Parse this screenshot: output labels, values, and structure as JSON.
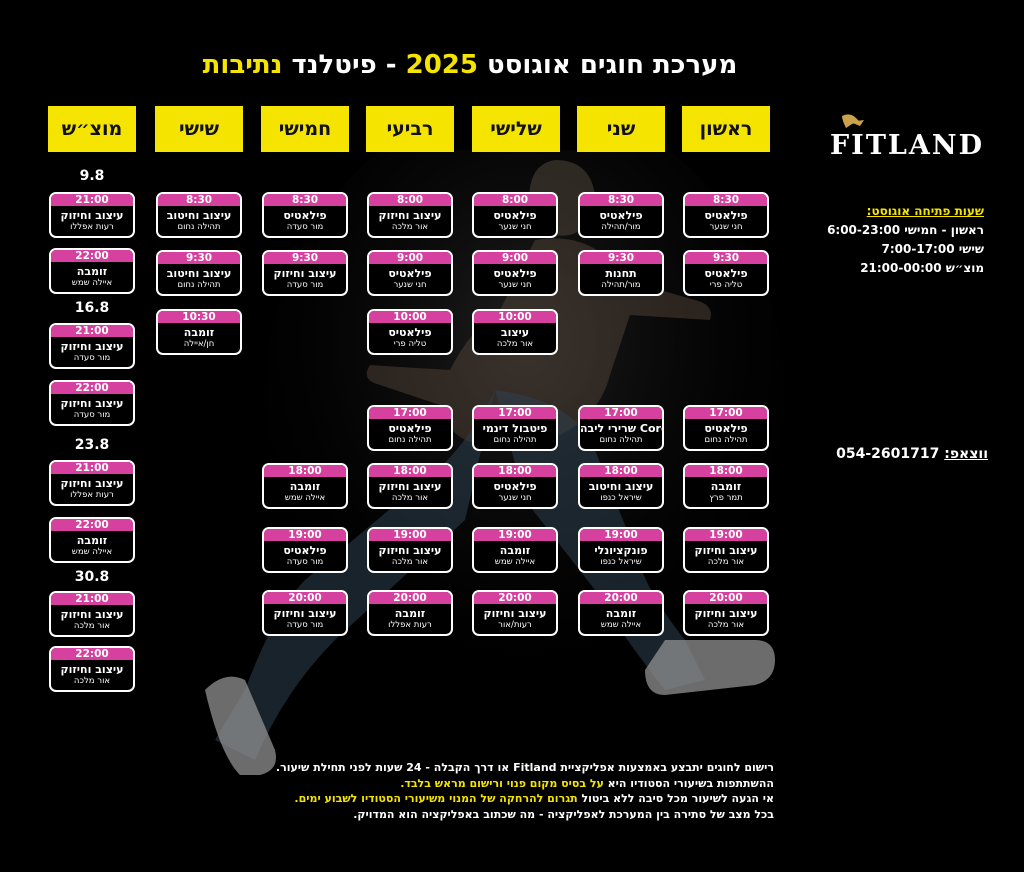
{
  "title": {
    "main": "מערכת חוגים אוגוסט",
    "year": "2025",
    "dash": "- פיטלנד",
    "city": "נתיבות"
  },
  "logo": {
    "text": "FITLAND"
  },
  "days": [
    "ראשון",
    "שני",
    "שלישי",
    "רביעי",
    "חמישי",
    "שישי",
    "מוצ״ש"
  ],
  "schedule": [
    {
      "day": "ראשון",
      "classes": [
        {
          "time": "8:30",
          "name": "פילאטיס",
          "instructor": "חני שנער"
        },
        {
          "time": "9:30",
          "name": "פילאטיס",
          "instructor": "טליה פרי"
        },
        {
          "time": "17:00",
          "name": "פילאטיס",
          "instructor": "תהילה נחום"
        },
        {
          "time": "18:00",
          "name": "זומבה",
          "instructor": "תמר פרץ"
        },
        {
          "time": "19:00",
          "name": "עיצוב וחיזוק",
          "instructor": "אור מלכה"
        },
        {
          "time": "20:00",
          "name": "עיצוב וחיזוק",
          "instructor": "אור מלכה"
        }
      ]
    },
    {
      "day": "שני",
      "classes": [
        {
          "time": "8:30",
          "name": "פילאטיס",
          "instructor": "מור/תהילה"
        },
        {
          "time": "9:30",
          "name": "תחנות",
          "instructor": "מור/תהילה"
        },
        {
          "time": "17:00",
          "name": "שרירי ליבה Core",
          "instructor": "תהילה נחום"
        },
        {
          "time": "18:00",
          "name": "עיצוב וחיטוב",
          "instructor": "שיראל כנפו"
        },
        {
          "time": "19:00",
          "name": "פונקציונלי",
          "instructor": "שיראל כנפו"
        },
        {
          "time": "20:00",
          "name": "זומבה",
          "instructor": "איילה שמש"
        }
      ]
    },
    {
      "day": "שלישי",
      "classes": [
        {
          "time": "8:00",
          "name": "פילאטיס",
          "instructor": "חני שנער"
        },
        {
          "time": "9:00",
          "name": "פילאטיס",
          "instructor": "חני שנער"
        },
        {
          "time": "10:00",
          "name": "עיצוב",
          "instructor": "אור מלכה"
        },
        {
          "time": "17:00",
          "name": "פיטבול דינמי",
          "instructor": "תהילה נחום"
        },
        {
          "time": "18:00",
          "name": "פילאטיס",
          "instructor": "חני שנער"
        },
        {
          "time": "19:00",
          "name": "זומבה",
          "instructor": "איילה שמש"
        },
        {
          "time": "20:00",
          "name": "עיצוב וחיזוק",
          "instructor": "רעות/אור"
        }
      ]
    },
    {
      "day": "רביעי",
      "classes": [
        {
          "time": "8:00",
          "name": "עיצוב וחיזוק",
          "instructor": "אור מלכה"
        },
        {
          "time": "9:00",
          "name": "פילאטיס",
          "instructor": "חני שנער"
        },
        {
          "time": "10:00",
          "name": "פילאטיס",
          "instructor": "טליה פרי"
        },
        {
          "time": "17:00",
          "name": "פילאטיס",
          "instructor": "תהילה נחום"
        },
        {
          "time": "18:00",
          "name": "עיצוב וחיזוק",
          "instructor": "אור מלכה"
        },
        {
          "time": "19:00",
          "name": "עיצוב וחיזוק",
          "instructor": "אור מלכה"
        },
        {
          "time": "20:00",
          "name": "זומבה",
          "instructor": "רעות אפללו"
        }
      ]
    },
    {
      "day": "חמישי",
      "classes": [
        {
          "time": "8:30",
          "name": "פילאטיס",
          "instructor": "מור סעדה"
        },
        {
          "time": "9:30",
          "name": "עיצוב וחיזוק",
          "instructor": "מור סעדה"
        },
        {
          "time": "18:00",
          "name": "זומבה",
          "instructor": "איילה שמש"
        },
        {
          "time": "19:00",
          "name": "פילאטיס",
          "instructor": "מור סעדה"
        },
        {
          "time": "20:00",
          "name": "עיצוב וחיזוק",
          "instructor": "מור סעדה"
        }
      ]
    },
    {
      "day": "שישי",
      "classes": [
        {
          "time": "8:30",
          "name": "עיצוב וחיטוב",
          "instructor": "תהילה נחום"
        },
        {
          "time": "9:30",
          "name": "עיצוב וחיטוב",
          "instructor": "תהילה נחום"
        },
        {
          "time": "10:30",
          "name": "זומבה",
          "instructor": "חן/איילה"
        }
      ]
    },
    {
      "day": "מוצ״ש",
      "dates": [
        "9.8",
        "16.8",
        "23.8",
        "30.8"
      ],
      "classes": [
        {
          "time": "21:00",
          "name": "עיצוב וחיזוק",
          "instructor": "רעות אפללו"
        },
        {
          "time": "22:00",
          "name": "זומבה",
          "instructor": "איילה שמש"
        },
        {
          "time": "21:00",
          "name": "עיצוב וחיזוק",
          "instructor": "מור סעדה"
        },
        {
          "time": "22:00",
          "name": "עיצוב וחיזוק",
          "instructor": "מור סעדה"
        },
        {
          "time": "21:00",
          "name": "עיצוב וחיזוק",
          "instructor": "רעות אפללו"
        },
        {
          "time": "22:00",
          "name": "זומבה",
          "instructor": "איילה שמש"
        },
        {
          "time": "21:00",
          "name": "עיצוב וחיזוק",
          "instructor": "אור מלכה"
        },
        {
          "time": "22:00",
          "name": "עיצוב וחיזוק",
          "instructor": "אור מלכה"
        }
      ]
    }
  ],
  "opening_hours": {
    "title": "שעות פתיחה אוגוסט:",
    "lines": [
      "ראשון - חמישי 6:00-23:00",
      "שישי 7:00-17:00",
      "מוצ״ש 21:00-00:00"
    ]
  },
  "whatsapp": {
    "label": "ווצאפ:",
    "number": "054-2601717"
  },
  "notes": {
    "line1": "רישום לחוגים יתבצע באמצעות אפליקציית Fitland או דרך הקבלה - 24 שעות לפני תחילת שיעור.",
    "line2_a": "ההשתתפות בשיעורי הסטודיו היא ",
    "line2_b": "על בסיס מקום פנוי ורישום מראש בלבד.",
    "line3_a": "אי הגעה לשיעור מכל סיבה ללא ביטול ",
    "line3_b": "תגרום להרחקה של המנוי משיעורי הסטודיו לשבוע ימים.",
    "line4": "בכל מצב של סתירה בין המערכת לאפליקציה - מה שכתוב באפליקציה הוא המדויק."
  },
  "colors": {
    "accent_yellow": "#f5e400",
    "time_pink": "#d6409f",
    "background": "#000000"
  }
}
